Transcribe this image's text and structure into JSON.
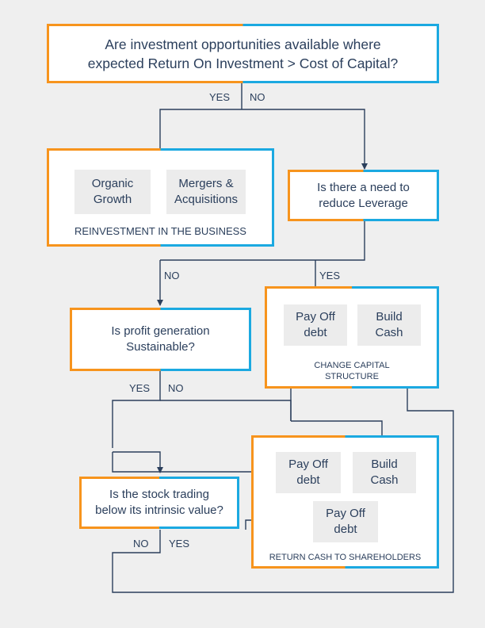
{
  "question_roi": "Are investment opportunities available where\nexpected Return On Investment > Cost of Capital?",
  "roi_yes": "YES",
  "roi_no": "NO",
  "reinvestment": {
    "organic": "Organic\nGrowth",
    "mergers": "Mergers &\nAcquisitions",
    "caption": "REINVESTMENT IN THE BUSINESS"
  },
  "question_leverage": "Is there a need to\nreduce Leverage",
  "leverage_no": "NO",
  "leverage_yes": "YES",
  "question_profit": "Is profit generation\nSustainable?",
  "profit_yes": "YES",
  "profit_no": "NO",
  "capital_structure": {
    "payoff": "Pay Off\ndebt",
    "build": "Build\nCash",
    "caption": "CHANGE CAPITAL\nSTRUCTURE"
  },
  "question_stock": "Is the stock trading\nbelow its intrinsic value?",
  "stock_no": "NO",
  "stock_yes": "YES",
  "return_cash": {
    "payoff1": "Pay Off\ndebt",
    "build": "Build\nCash",
    "payoff2": "Pay Off\ndebt",
    "caption": "RETURN CASH TO SHAREHOLDERS"
  },
  "colors": {
    "orange": "#f7941d",
    "blue": "#1ba9e1",
    "line": "#2b3f5c",
    "background": "#efefef"
  }
}
